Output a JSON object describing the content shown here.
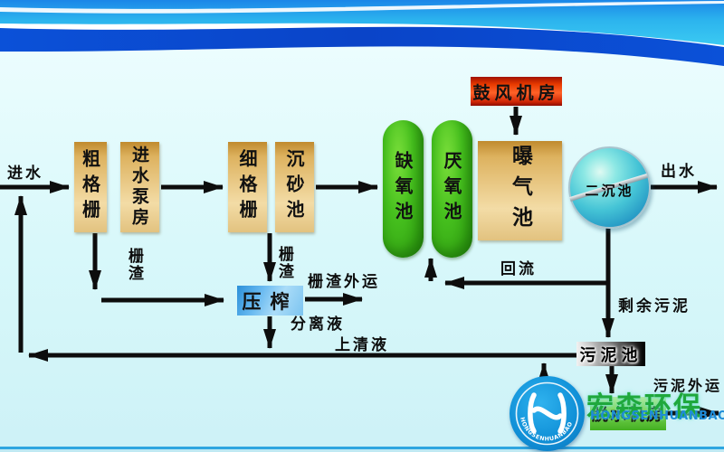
{
  "labels": {
    "influent": "进水",
    "effluent": "出水",
    "screenings_a": "栅渣",
    "screenings_b": "栅渣",
    "screenings_out": "栅渣外运",
    "separated_liquid": "分离液",
    "supernatant": "上清液",
    "return_flow": "回流",
    "excess_sludge": "剩余污泥",
    "sludge_out": "污泥外运"
  },
  "units": {
    "coarse_screen": "粗格栅",
    "inlet_pump_house": "进水泵房",
    "fine_screen": "细格栅",
    "grit_chamber": "沉砂池",
    "anoxic_tank": "缺氧池",
    "anaerobic_tank": "厌氧池",
    "aeration_tank": "曝气池",
    "blower_room": "鼓风机房",
    "secondary_clarifier": "二沉池",
    "press": "压榨",
    "sludge_tank": "污泥池",
    "dewatering_room": "脱水机房"
  },
  "brand": {
    "name_cn": "宏森环保",
    "name_en": "HONGSENHUANBAO",
    "logo_ring_text": "HONGSENHUANBAO"
  },
  "colors": {
    "process_box": "#f3dca6",
    "bio_tank": "#46c01e",
    "alert_box": "#e83a00",
    "press_box": "#66b8f0",
    "clarifier": "#45c4d6",
    "sludge_box": "#000000",
    "dewater_box": "#7cd455",
    "logo_blue": "#1191d8",
    "banner_dark_blue": "#0b51d8",
    "banner_cyan": "#2fa6e0",
    "arrow": "#0d0d0d"
  }
}
